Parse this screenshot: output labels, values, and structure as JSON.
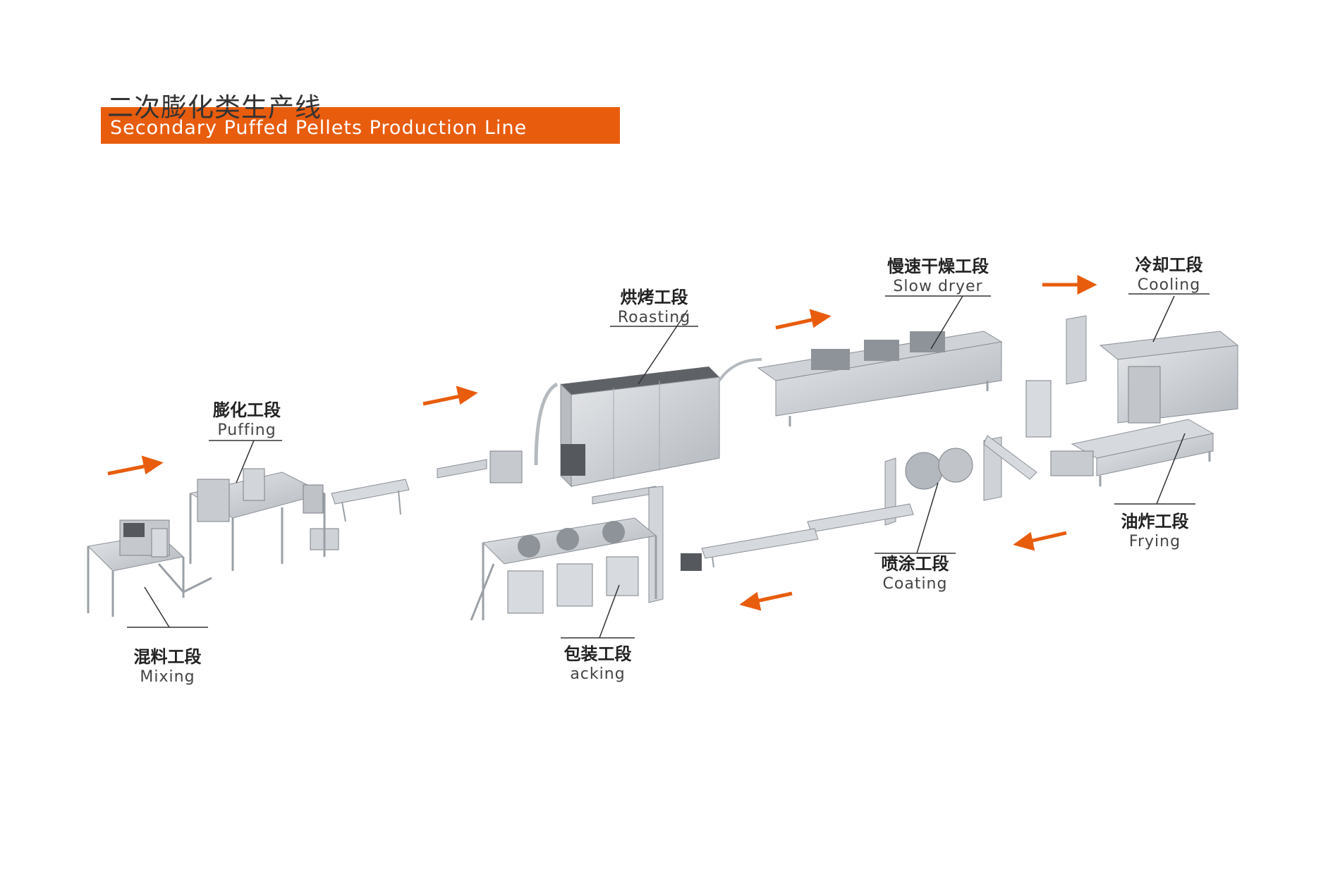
{
  "title": {
    "cn": "二次膨化类生产线",
    "en": "Secondary Puffed Pellets Production Line"
  },
  "stages": {
    "mixing": {
      "cn": "混料工段",
      "en": "Mixing"
    },
    "puffing": {
      "cn": "膨化工段",
      "en": "Puffing"
    },
    "roasting": {
      "cn": "烘烤工段",
      "en": "Roasting"
    },
    "slow_dryer": {
      "cn": "慢速干燥工段",
      "en": "Slow dryer"
    },
    "cooling": {
      "cn": "冷却工段",
      "en": "Cooling"
    },
    "frying": {
      "cn": "油炸工段",
      "en": "Frying"
    },
    "coating": {
      "cn": "喷涂工段",
      "en": "Coating"
    },
    "packing": {
      "cn": "包装工段",
      "en": "acking"
    }
  },
  "colors": {
    "accent": "#e85c0d",
    "machine": "#cfd2d6",
    "machine_dark": "#8a8f96",
    "machine_top": "#5e6166"
  }
}
